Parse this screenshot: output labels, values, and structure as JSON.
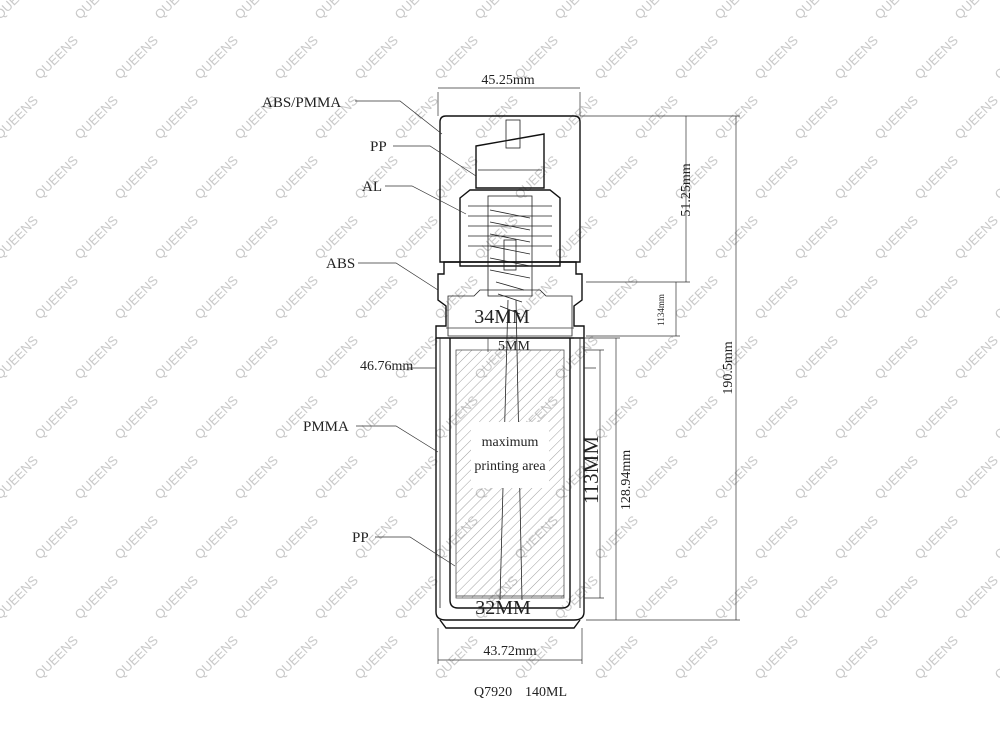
{
  "watermark": "QUEENS",
  "materials": {
    "cap": "ABS/PMMA",
    "actuator": "PP",
    "collar": "AL",
    "shoulder": "ABS",
    "outer_body": "PMMA",
    "inner_bottle": "PP"
  },
  "dimensions": {
    "top_width": "45.25mm",
    "cap_height": "51.25mm",
    "neck_height": "1134mm",
    "total_height": "190.5mm",
    "neck_inner_width": "34MM",
    "gap": "5MM",
    "outer_width": "46.76mm",
    "print_height": "113MM",
    "body_height": "128.94mm",
    "inner_bottom_width": "32MM",
    "base_width": "43.72mm"
  },
  "print_area": {
    "line1": "maximum",
    "line2": "printing area"
  },
  "model": {
    "code": "Q7920",
    "capacity": "140ML"
  }
}
